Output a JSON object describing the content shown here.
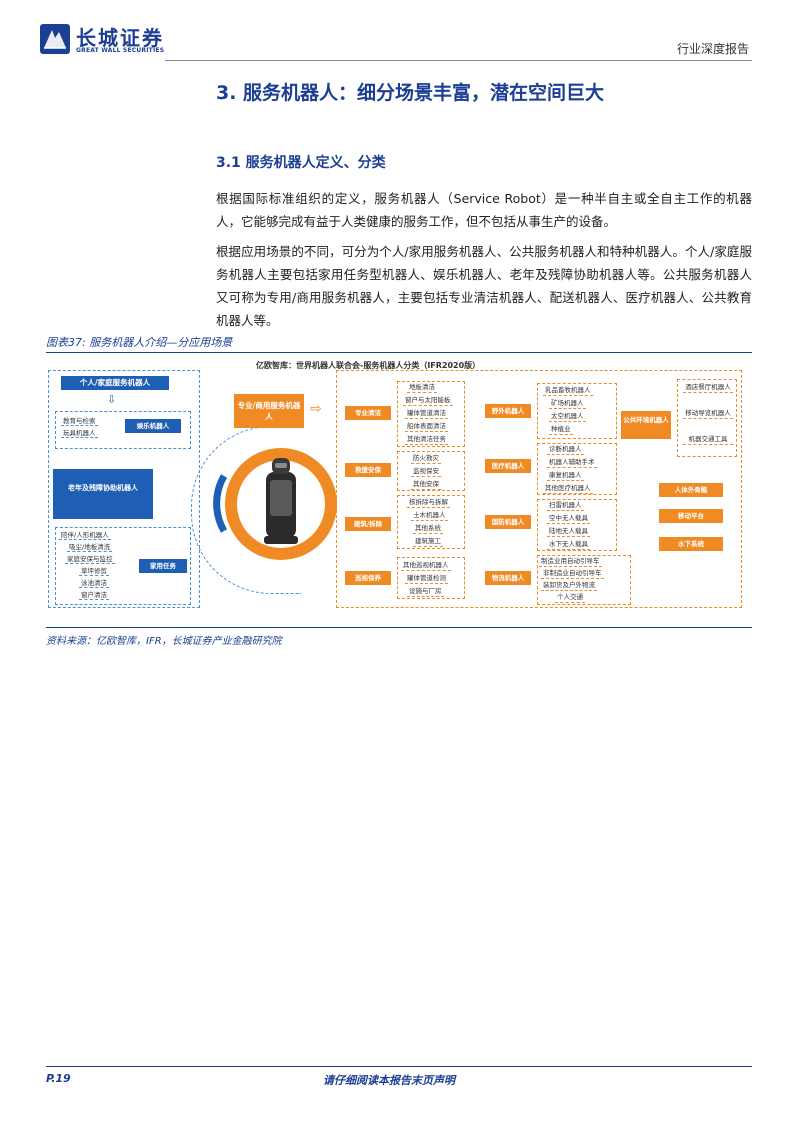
{
  "header": {
    "logo_cn": "长城证券",
    "logo_en": "GREAT WALL SECURITIES",
    "report_type": "行业深度报告"
  },
  "section": {
    "title": "3. 服务机器人：细分场景丰富，潜在空间巨大",
    "subtitle": "3.1 服务机器人定义、分类"
  },
  "paragraphs": [
    "根据国际标准组织的定义，服务机器人（Service Robot）是一种半自主或全自主工作的机器人，它能够完成有益于人类健康的服务工作，但不包括从事生产的设备。",
    "根据应用场景的不同，可分为个人/家用服务机器人、公共服务机器人和特种机器人。个人/家庭服务机器人主要包括家用任务型机器人、娱乐机器人、老年及残障协助机器人等。公共服务机器人又可称为专用/商用服务机器人，主要包括专业清洁机器人、配送机器人、医疗机器人、公共教育机器人等。"
  ],
  "figure": {
    "caption": "图表37: 服务机器人介绍—分应用场景",
    "title": "亿欧智库：世界机器人联合会-服务机器人分类（IFR2020版）",
    "left": {
      "head": "个人/家庭服务机器人",
      "entertainment_tag": "娱乐机器人",
      "entertainment_items": [
        "教育与检索",
        "玩具机器人"
      ],
      "elder_tag": "老年及残障协助机器人",
      "home_tag": "家用任务",
      "home_items": [
        "陪伴/人形机器人",
        "吸尘/地板清洗",
        "家庭安保与监控",
        "草坪修剪",
        "泳池清洁",
        "窗户清洁"
      ]
    },
    "center_tag": "专业/商用服务机器人",
    "right": {
      "cleaning": {
        "label": "专业清洁",
        "items": [
          "地板清洁",
          "窗户与太阳能板",
          "罐体管道清洁",
          "船体表面清洁",
          "其他清洁任务"
        ]
      },
      "rescue": {
        "label": "救援安保",
        "items": [
          "防火救灾",
          "监视保安",
          "其他安保"
        ]
      },
      "construction": {
        "label": "建筑/拆除",
        "items": [
          "核拆除与拆解",
          "土木机器人",
          "其他系统",
          "建筑施工"
        ]
      },
      "inspection": {
        "label": "巡视保养",
        "items": [
          "其他巡视机器人",
          "罐体管道检测",
          "设施与厂房"
        ]
      },
      "field": {
        "label": "野外机器人",
        "items": [
          "乳品畜牧机器人",
          "矿场机器人",
          "太空机器人",
          "种植业"
        ]
      },
      "medical": {
        "label": "医疗机器人",
        "items": [
          "诊断机器人",
          "机器人辅助手术",
          "康复机器人",
          "其他医疗机器人"
        ]
      },
      "defense": {
        "label": "国防机器人",
        "items": [
          "扫雷机器人",
          "空中无人载具",
          "陆地无人载具",
          "水下无人载具"
        ]
      },
      "logistics": {
        "label": "物流机器人",
        "items": [
          "制造业用自动引导车",
          "非制造业自动引导车",
          "装卸货及户外物流",
          "个人交通"
        ]
      },
      "public_env": {
        "label": "公共环境机器人",
        "items": [
          "酒店餐厅机器人",
          "移动导览机器人",
          "机器交通工具"
        ]
      },
      "special": [
        "人体外骨骼",
        "移动平台",
        "水下系统"
      ]
    },
    "source": "资料来源：亿欧智库，IFR，长城证券产业金融研究院"
  },
  "footer": {
    "page": "P.19",
    "notice": "请仔细阅读本报告末页声明"
  },
  "colors": {
    "brand": "#1c3f94",
    "accent_blue": "#1e5fb5",
    "accent_orange": "#f08a24"
  }
}
